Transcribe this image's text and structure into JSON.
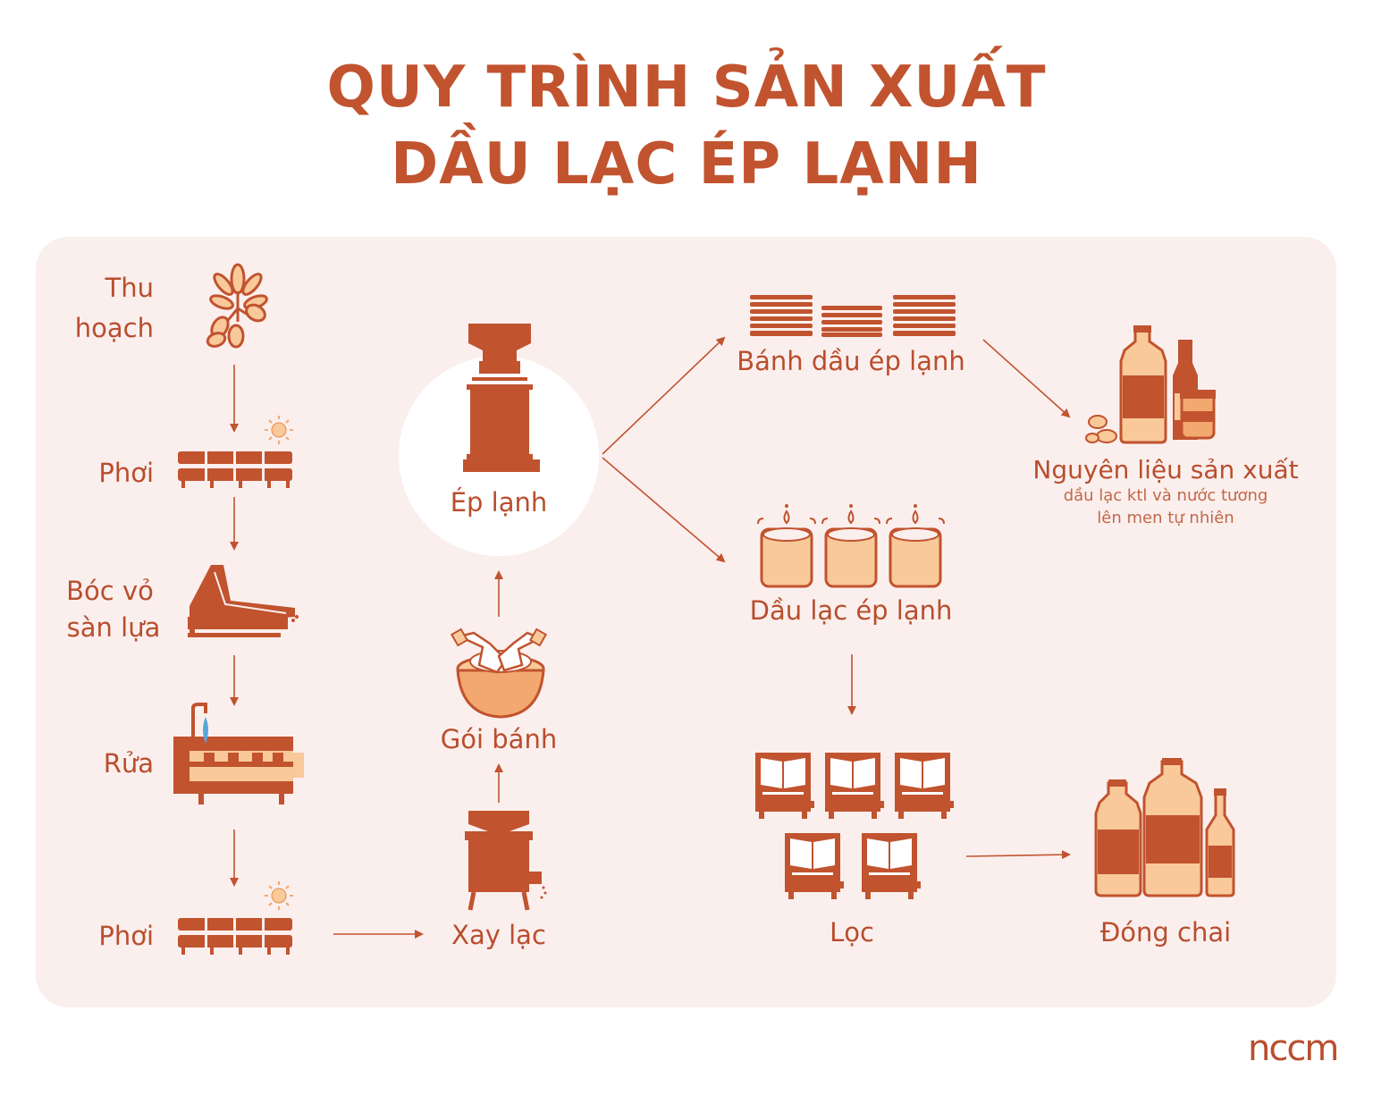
{
  "title": {
    "line1": "QUY TRÌNH SẢN XUẤT",
    "line2": "DẦU LẠC ÉP LẠNH"
  },
  "steps": {
    "harvest": {
      "line1": "Thu",
      "line2": "hoạch"
    },
    "dry1": "Phơi",
    "shell": {
      "line1": "Bóc vỏ",
      "line2": "sàn lựa"
    },
    "wash": "Rửa",
    "dry2": "Phơi",
    "grind": "Xay lạc",
    "wrap": "Gói bánh",
    "cold_press": "Ép lạnh",
    "cake": "Bánh dầu ép lạnh",
    "oil": "Dầu lạc ép lạnh",
    "filter": "Lọc",
    "bottle": "Đóng chai",
    "material": {
      "label": "Nguyên liệu sản xuất",
      "desc_line1": "dầu lạc ktl và nước tương",
      "desc_line2": "lên men tự nhiên"
    }
  },
  "logo": "nccm",
  "colors": {
    "primary": "#c1532f",
    "panel_bg": "#fbefed",
    "light_fill": "#f9c99a",
    "drop": "#5aa6d8"
  }
}
